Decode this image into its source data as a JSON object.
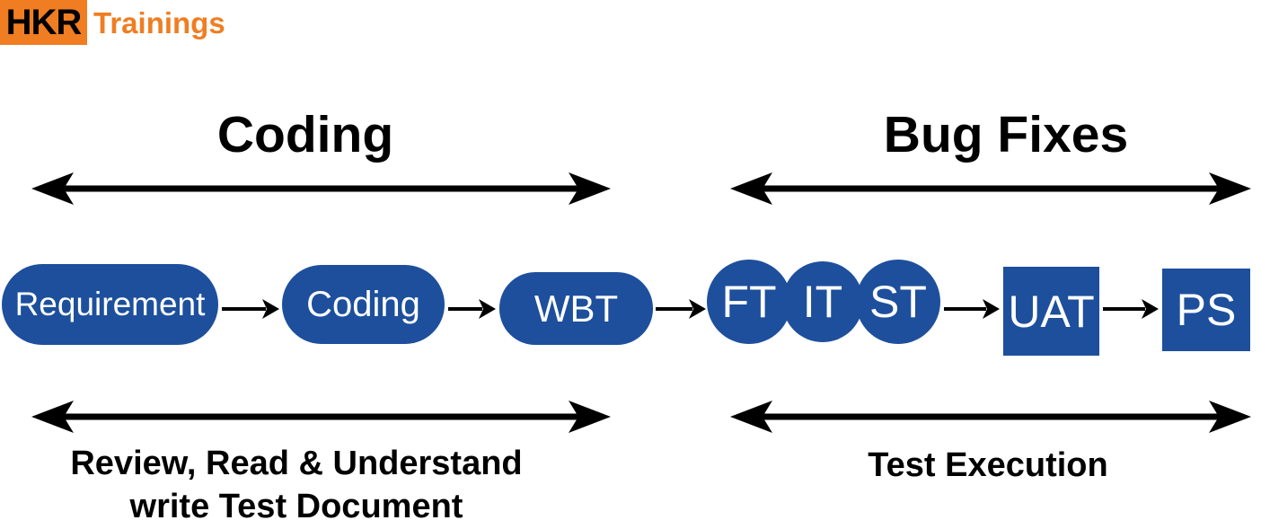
{
  "logo": {
    "box_text": "HKR",
    "brand_text": "Trainings"
  },
  "colors": {
    "orange": "#F07D22",
    "node_blue": "#1D4F9C",
    "node_text": "#FFFFFF",
    "ink": "#000000"
  },
  "phases": {
    "top_left": "Coding",
    "top_right": "Bug Fixes",
    "bottom_left_line1": "Review, Read & Understand",
    "bottom_left_line2": "write Test Document",
    "bottom_right": "Test Execution"
  },
  "flow": {
    "nodes": [
      {
        "label": "Requirement",
        "shape": "pill"
      },
      {
        "label": "Coding",
        "shape": "pill"
      },
      {
        "label": "WBT",
        "shape": "pill"
      },
      {
        "label": "FT",
        "shape": "circle"
      },
      {
        "label": "IT",
        "shape": "circle"
      },
      {
        "label": "ST",
        "shape": "circle"
      },
      {
        "label": "UAT",
        "shape": "square"
      },
      {
        "label": "PS",
        "shape": "square"
      }
    ]
  }
}
